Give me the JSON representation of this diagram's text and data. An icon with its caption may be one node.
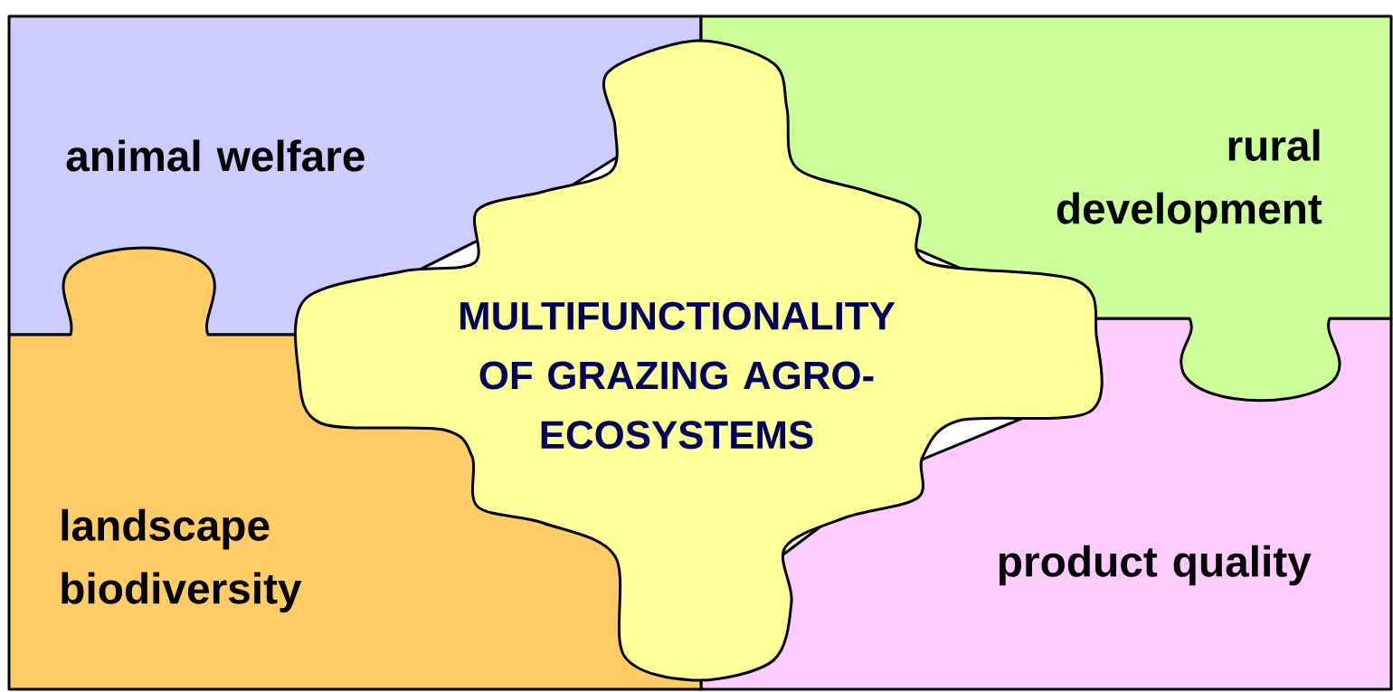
{
  "diagram": {
    "nodes": [
      {
        "text": [
          "animal welfare"
        ]
      },
      {
        "text": [
          "rural development"
        ]
      },
      {
        "text": [
          "MULTIFUNCTIONALITY OF GRAZING AGRO-ECOSYSTEMS"
        ]
      },
      {
        "text": [
          "landscape biodiversity"
        ]
      },
      {
        "text": [
          "product quality"
        ]
      }
    ]
  }
}
